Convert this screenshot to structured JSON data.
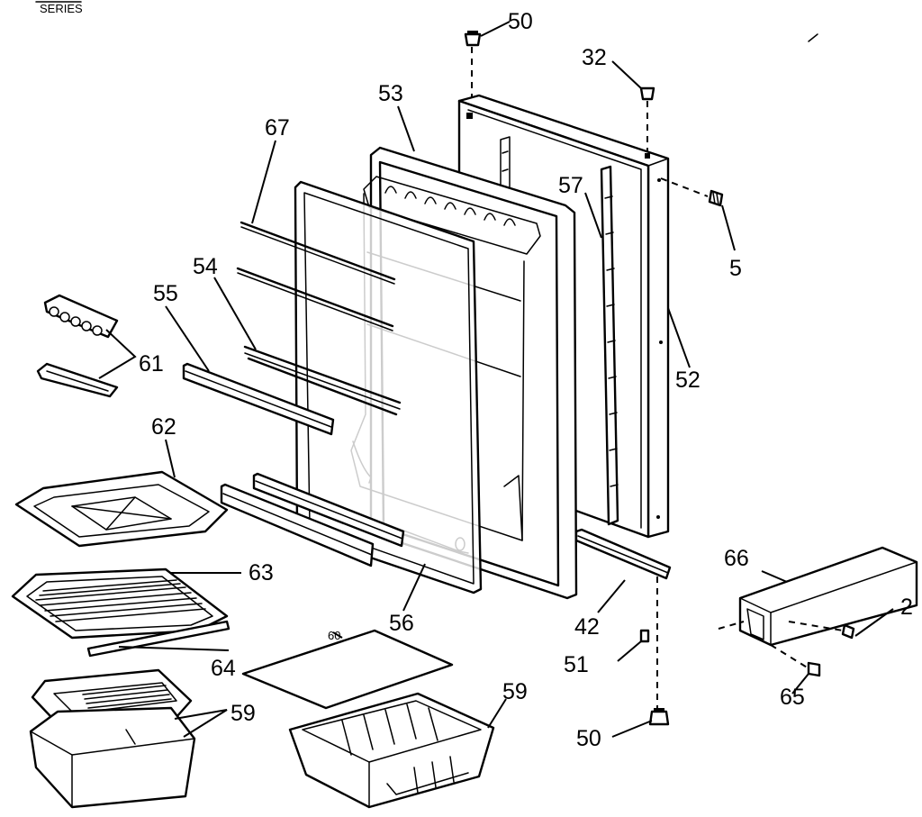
{
  "header": {
    "fragment": "SERIES"
  },
  "callouts": [
    {
      "id": "c50-top",
      "label": "50"
    },
    {
      "id": "c32",
      "label": "32"
    },
    {
      "id": "c53",
      "label": "53"
    },
    {
      "id": "c67",
      "label": "67"
    },
    {
      "id": "c57",
      "label": "57"
    },
    {
      "id": "c5",
      "label": "5"
    },
    {
      "id": "c54",
      "label": "54"
    },
    {
      "id": "c55",
      "label": "55"
    },
    {
      "id": "c61",
      "label": "61"
    },
    {
      "id": "c52",
      "label": "52"
    },
    {
      "id": "c62",
      "label": "62"
    },
    {
      "id": "c63",
      "label": "63"
    },
    {
      "id": "c66",
      "label": "66"
    },
    {
      "id": "c2",
      "label": "2"
    },
    {
      "id": "c56",
      "label": "56"
    },
    {
      "id": "c42",
      "label": "42"
    },
    {
      "id": "c64",
      "label": "64"
    },
    {
      "id": "c60",
      "label": "60"
    },
    {
      "id": "c51",
      "label": "51"
    },
    {
      "id": "c59-left",
      "label": "59"
    },
    {
      "id": "c59-right",
      "label": "59"
    },
    {
      "id": "c65",
      "label": "65"
    },
    {
      "id": "c50-bottom",
      "label": "50"
    }
  ]
}
